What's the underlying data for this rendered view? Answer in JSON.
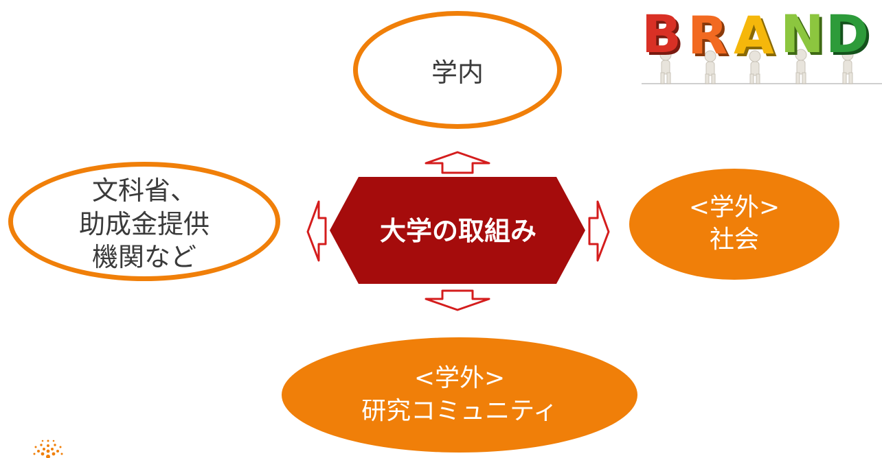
{
  "center": {
    "label": "大学の取組み"
  },
  "nodes": {
    "campus": "学内",
    "government": "文科省、\n助成金提供\n機関など",
    "society": "<学外>\n社会",
    "research": "<学外>\n研究コミュニティ"
  },
  "brand_image": {
    "letters": [
      "B",
      "R",
      "A",
      "N",
      "D"
    ]
  },
  "colors": {
    "orange": "#f07f09",
    "center_fill": "#a50c0c",
    "arrow": "#d41d1d",
    "brand": [
      "#d93025",
      "#f26a21",
      "#f5b70b",
      "#8cc63f",
      "#2d9b3a"
    ]
  }
}
